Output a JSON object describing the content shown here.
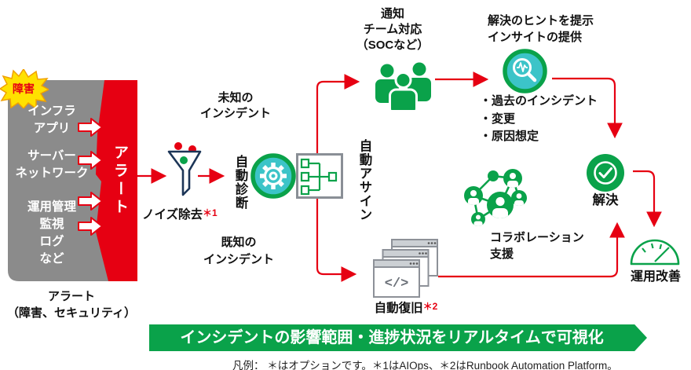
{
  "colors": {
    "brand_green": "#0aa24a",
    "teal": "#3cc4c8",
    "alert_red": "#e60012",
    "gray": "#8b8b8b",
    "burst_yellow": "#ffe100"
  },
  "source": {
    "burst_label": "障害",
    "layers": [
      "インフラ",
      "アプリ",
      "サーバー",
      "ネットワーク",
      "運用管理",
      "監視",
      "ログ",
      "など"
    ],
    "band_label": "アラート",
    "caption_line1": "アラート",
    "caption_line2": "（障害、セキュリティ）"
  },
  "filter": {
    "label": "ノイズ除去",
    "sup": "＊1"
  },
  "branch": {
    "unknown_line1": "未知の",
    "unknown_line2": "インシデント",
    "known_line1": "既知の",
    "known_line2": "インシデント"
  },
  "diagnosis": {
    "label": "自動診断"
  },
  "assign": {
    "label": "自動アサイン"
  },
  "notify": {
    "line1": "通知",
    "line2": "チーム対応",
    "line3": "（SOCなど）"
  },
  "insight": {
    "line1": "解決のヒントを提示",
    "line2": "インサイトの提供",
    "bullets": [
      "・過去のインシデント",
      "・変更",
      "・原因想定"
    ]
  },
  "collab": {
    "line1": "コラボレーション",
    "line2": "支援"
  },
  "resolve": {
    "label": "解決"
  },
  "improve": {
    "label": "運用改善"
  },
  "recovery": {
    "label": "自動復旧",
    "sup": "＊2",
    "icon_glyph": "</>"
  },
  "banner": {
    "text": "インシデントの影響範囲・進捗状況をリアルタイムで可視化"
  },
  "legend": {
    "text": "凡例： ＊はオプションです。＊1はAIOps、＊2はRunbook Automation Platform。"
  }
}
